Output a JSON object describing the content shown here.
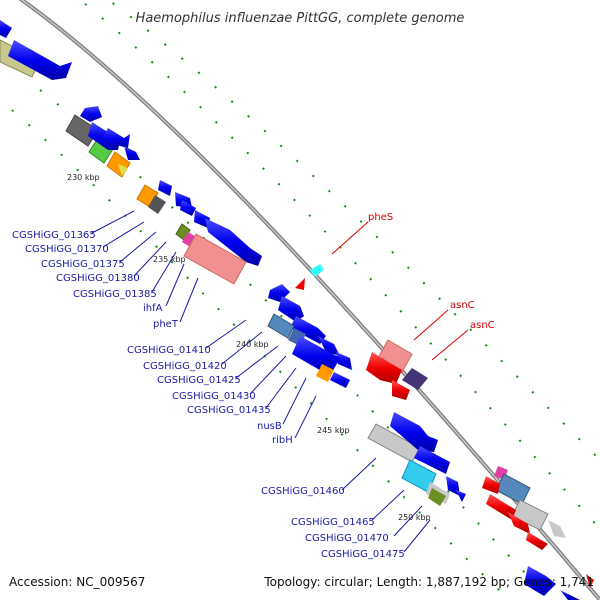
{
  "title": "Haemophilus influenzae PittGG, complete genome",
  "accession": "Accession: NC_009567",
  "topology": "Topology: circular; Length: 1,887,192 bp; Genes: 1,741",
  "ticks": [
    "230 kbp",
    "235 kbp",
    "240 kbp",
    "245 kbp",
    "250 kbp"
  ],
  "gene_labels": {
    "g01365": "CGSHiGG_01365",
    "g01370": "CGSHiGG_01370",
    "g01375": "CGSHiGG_01375",
    "g01380": "CGSHiGG_01380",
    "g01385": "CGSHiGG_01385",
    "ihfA": "ihfA",
    "pheT": "pheT",
    "g01410": "CGSHiGG_01410",
    "g01420": "CGSHiGG_01420",
    "g01425": "CGSHiGG_01425",
    "g01430": "CGSHiGG_01430",
    "g01435": "CGSHiGG_01435",
    "nusB": "nusB",
    "ribH": "ribH",
    "g01460": "CGSHiGG_01460",
    "g01465": "CGSHiGG_01465",
    "g01470": "CGSHiGG_01470",
    "g01475": "CGSHiGG_01475",
    "pheS": "pheS",
    "asnC1": "asnC",
    "asnC2": "asnC"
  },
  "colors": {
    "backbone": "#8c8c8c",
    "cds": "#0000ee",
    "rna": "#ee0000",
    "grid": "#1a8a1a",
    "label_blue": "#1a1aa6",
    "label_red": "#d40000"
  }
}
